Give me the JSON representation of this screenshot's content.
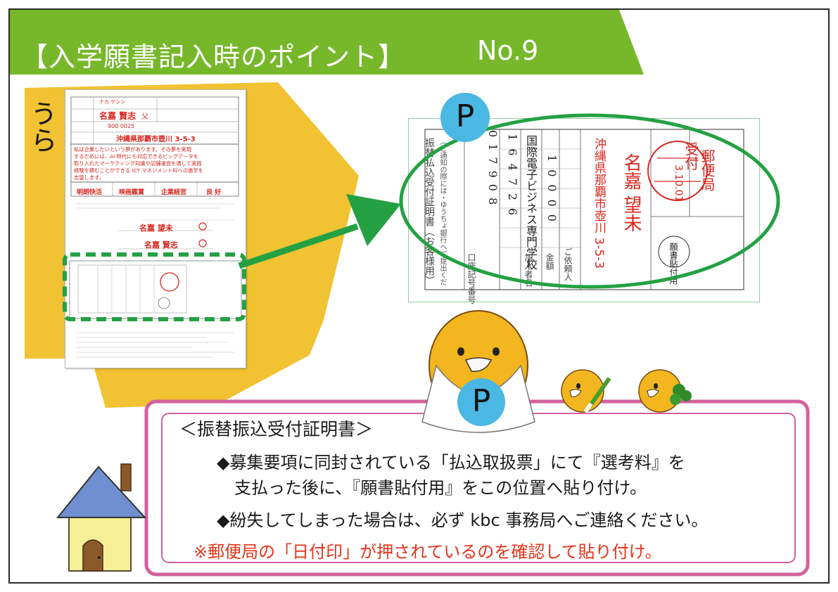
{
  "header": {
    "title": "【入学願書記入時のポイント】",
    "number": "No.9",
    "bar_color": "#76b82a"
  },
  "side_label": "うら",
  "form_preview": {
    "furigana": "ナカ ゲンシ",
    "guardian_name": "名嘉 賢志",
    "relation": "父",
    "postal_code": "900 0025",
    "address": "沖縄県那覇市壺川 3-5-3",
    "essay_lines": [
      "私は企業したいという夢があります。その夢を実現",
      "するためには、AI 時代にも対応できるビッグデータを",
      "取り入れたマーケティング知識や店舗運営を通して実践",
      "経験を積むことができる ICT マネジメント科への進学を",
      "志望します。"
    ],
    "attributes": [
      "明朗快活",
      "映画鑑賞",
      "企業経営",
      "良 好"
    ],
    "applicant_name": "名嘉 望未",
    "guardian_signature": "名嘉 賢志"
  },
  "receipt_slip": {
    "vertical_title": "振替払込受付証明書（お客様用）",
    "vertical_note": "（ご通知の際には・ゆうちょ銀行へご提出ください）",
    "account_digits": [
      "0",
      "1",
      "7",
      "9",
      "0",
      "8"
    ],
    "account_number": [
      "1",
      "6",
      "4",
      "7",
      "2",
      "6"
    ],
    "recipient": "国際電子ビジネス専門学校",
    "amount": [
      "1",
      "0",
      "0",
      "0",
      "0"
    ],
    "sender_address": "沖縄県那覇市壺川 3-5-3",
    "sender_name": "名嘉 望未",
    "stamp_top": "受付",
    "stamp_date": "3.10.01",
    "stamp_office": "郵便局",
    "stamp_label": "願書貼付用",
    "row_labels": [
      "口座記号番号",
      "加入者名",
      "金額",
      "ご依頼人"
    ]
  },
  "badges": {
    "top": "P",
    "bottom": "P"
  },
  "info": {
    "title": "＜振替振込受付証明書＞",
    "line1": "◆募集要項に同封されている「払込取扱票」にて『選考料』を",
    "line2": "支払った後に、『願書貼付用』をこの位置へ貼り付け。",
    "line3": "◆紛失してしまった場合は、必ず kbc 事務局へご連絡ください。",
    "note": "※郵便局の「日付印」が押されているのを確認して貼り付け。"
  },
  "colors": {
    "yellow": "#f1c232",
    "green_bar": "#76b82a",
    "green_dark": "#24a143",
    "magenta": "#d2619c",
    "badge_blue": "#4bb7e3",
    "stamp_red": "#d6271f",
    "note_red": "#e4341b"
  }
}
